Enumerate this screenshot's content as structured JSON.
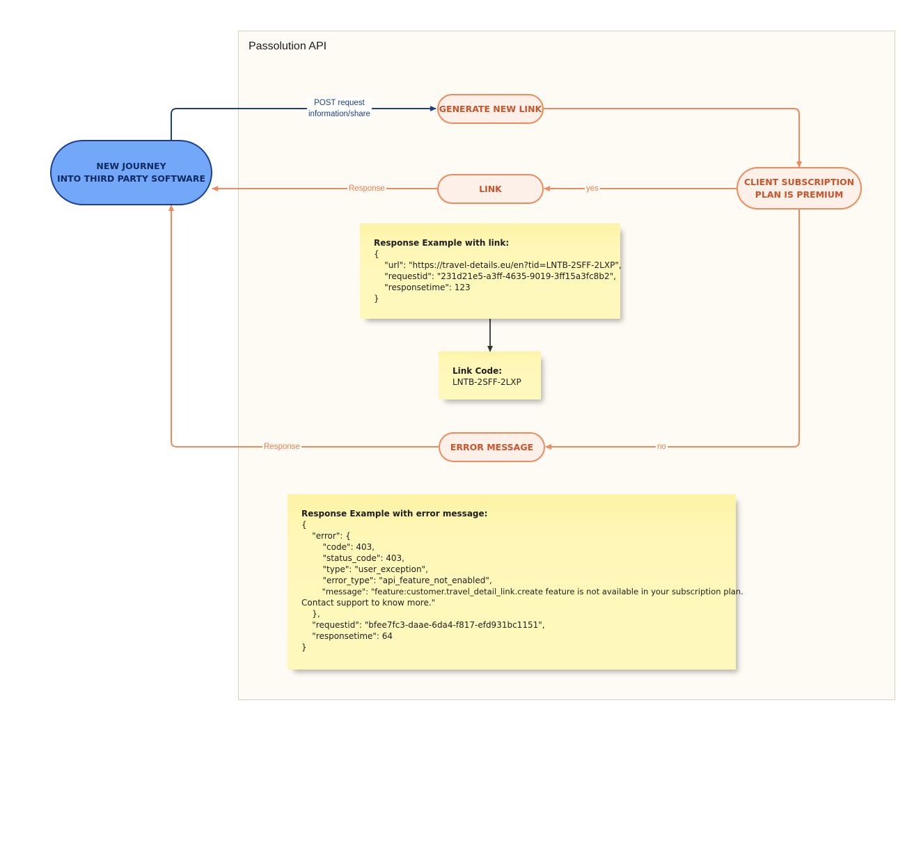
{
  "container": {
    "title": "Passolution API"
  },
  "nodes": {
    "journey": {
      "line1": "NEW JOURNEY",
      "line2": "INTO THIRD PARTY SOFTWARE"
    },
    "generate": {
      "label": "GENERATE NEW LINK"
    },
    "link": {
      "label": "LINK"
    },
    "subscription": {
      "line1": "CLIENT SUBSCRIPTION",
      "line2": "PLAN IS PREMIUM"
    },
    "error": {
      "label": "ERROR MESSAGE"
    }
  },
  "edges": {
    "post_line1": "POST request",
    "post_line2": "information/share",
    "response_link": "Response",
    "yes": "yes",
    "no": "no",
    "response_error": "Response"
  },
  "notes": {
    "link_example": {
      "title": "Response Example with link:",
      "lines": [
        "{",
        "    \"url\": \"https://travel-details.eu/en?tid=LNTB-2SFF-2LXP\",",
        "    \"requestid\": \"231d21e5-a3ff-4635-9019-3ff15a3fc8b2\",",
        "    \"responsetime\": 123",
        "}"
      ]
    },
    "link_code": {
      "title": "Link Code:",
      "value": "LNTB-2SFF-2LXP"
    },
    "error_example": {
      "title": "Response Example with error message:",
      "lines": [
        "{",
        "    \"error\": {",
        "        \"code\": 403,",
        "        \"status_code\": 403,",
        "        \"type\": \"user_exception\",",
        "        \"error_type\": \"api_feature_not_enabled\",",
        "        \"message\": \"feature:customer.travel_detail_link.create feature is not available in your subscription plan.",
        "Contact support to know more.\"",
        "    },",
        "    \"requestid\": \"bfee7fc3-daae-6da4-f817-efd931bc1151\",",
        "    \"responsetime\": 64",
        "}"
      ]
    }
  },
  "colors": {
    "orange_stroke": "#f08a5d",
    "orange_text": "#c8552b",
    "blue_fill": "#73a7f8",
    "blue_stroke": "#1b3f8c",
    "sticky": "#fff8bd",
    "container_bg": "#fdfbf3"
  }
}
